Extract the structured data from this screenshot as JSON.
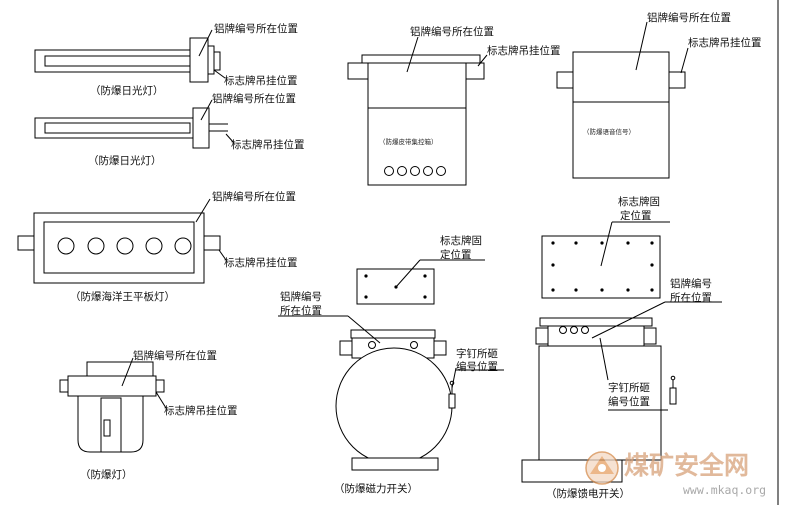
{
  "labels": {
    "nameplate_position": "铝牌编号所在位置",
    "sign_hanging_position": "标志牌吊挂位置",
    "sign_fixed_position_line1": "标志牌固",
    "sign_fixed_position_line2": "定位置",
    "nameplate_line1": "铝牌编号",
    "nameplate_line2": "所在位置",
    "rivet_line1": "字钉所砸",
    "rivet_line2": "编号位置"
  },
  "captions": {
    "fluorescent_lamp_1": "（防爆日光灯）",
    "fluorescent_lamp_2": "（防爆日光灯）",
    "flat_panel_lamp": "（防爆海洋王平板灯）",
    "explosion_proof_lamp": "（防爆灯）",
    "magnetic_switch": "（防爆磁力开关）",
    "feed_switch": "（防爆馈电开关）"
  },
  "panels": {
    "control_box": "（防爆皮带集控箱）",
    "signal_box": "（防爆语音信号）"
  },
  "watermark": {
    "chinese": "煤矿安全网",
    "url": "www.mkaq.org"
  }
}
